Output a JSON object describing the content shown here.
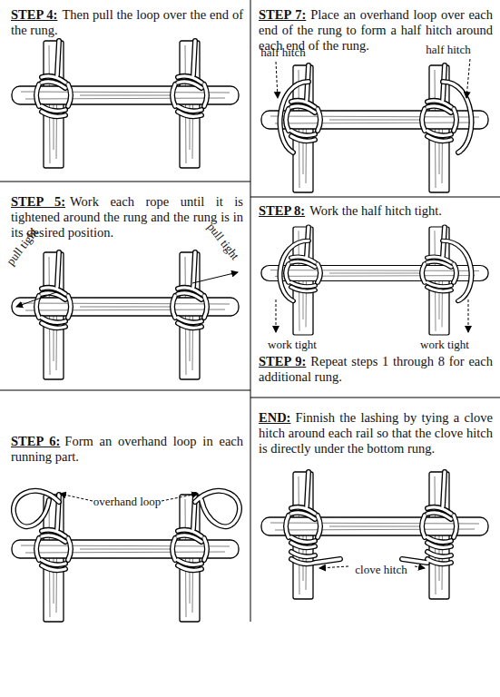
{
  "diagram": {
    "labels": [
      "STEP 4:",
      "Then pull the loop over the end of the rung.",
      "STEP 5:",
      "Work each rope until it is tightened around the rung and the rung is in its desired position.",
      "pull tight",
      "pull tight",
      "STEP 6:",
      "Form an overhand loop in each running part.",
      "overhand loop",
      "STEP 7:",
      "Place an overhand loop over each end of the rung to form a half hitch around each end of the rung.",
      "half hitch",
      "half hitch",
      "STEP 8:",
      "Work the half hitch tight.",
      "work tight",
      "work tight",
      "STEP 9:",
      "Repeat steps 1 through 8 for each additional rung.",
      "END:",
      "Finnish the lashing by tying a clove hitch around each rail so that the clove hitch is directly under the bottom rung.",
      "clove hitch"
    ]
  }
}
